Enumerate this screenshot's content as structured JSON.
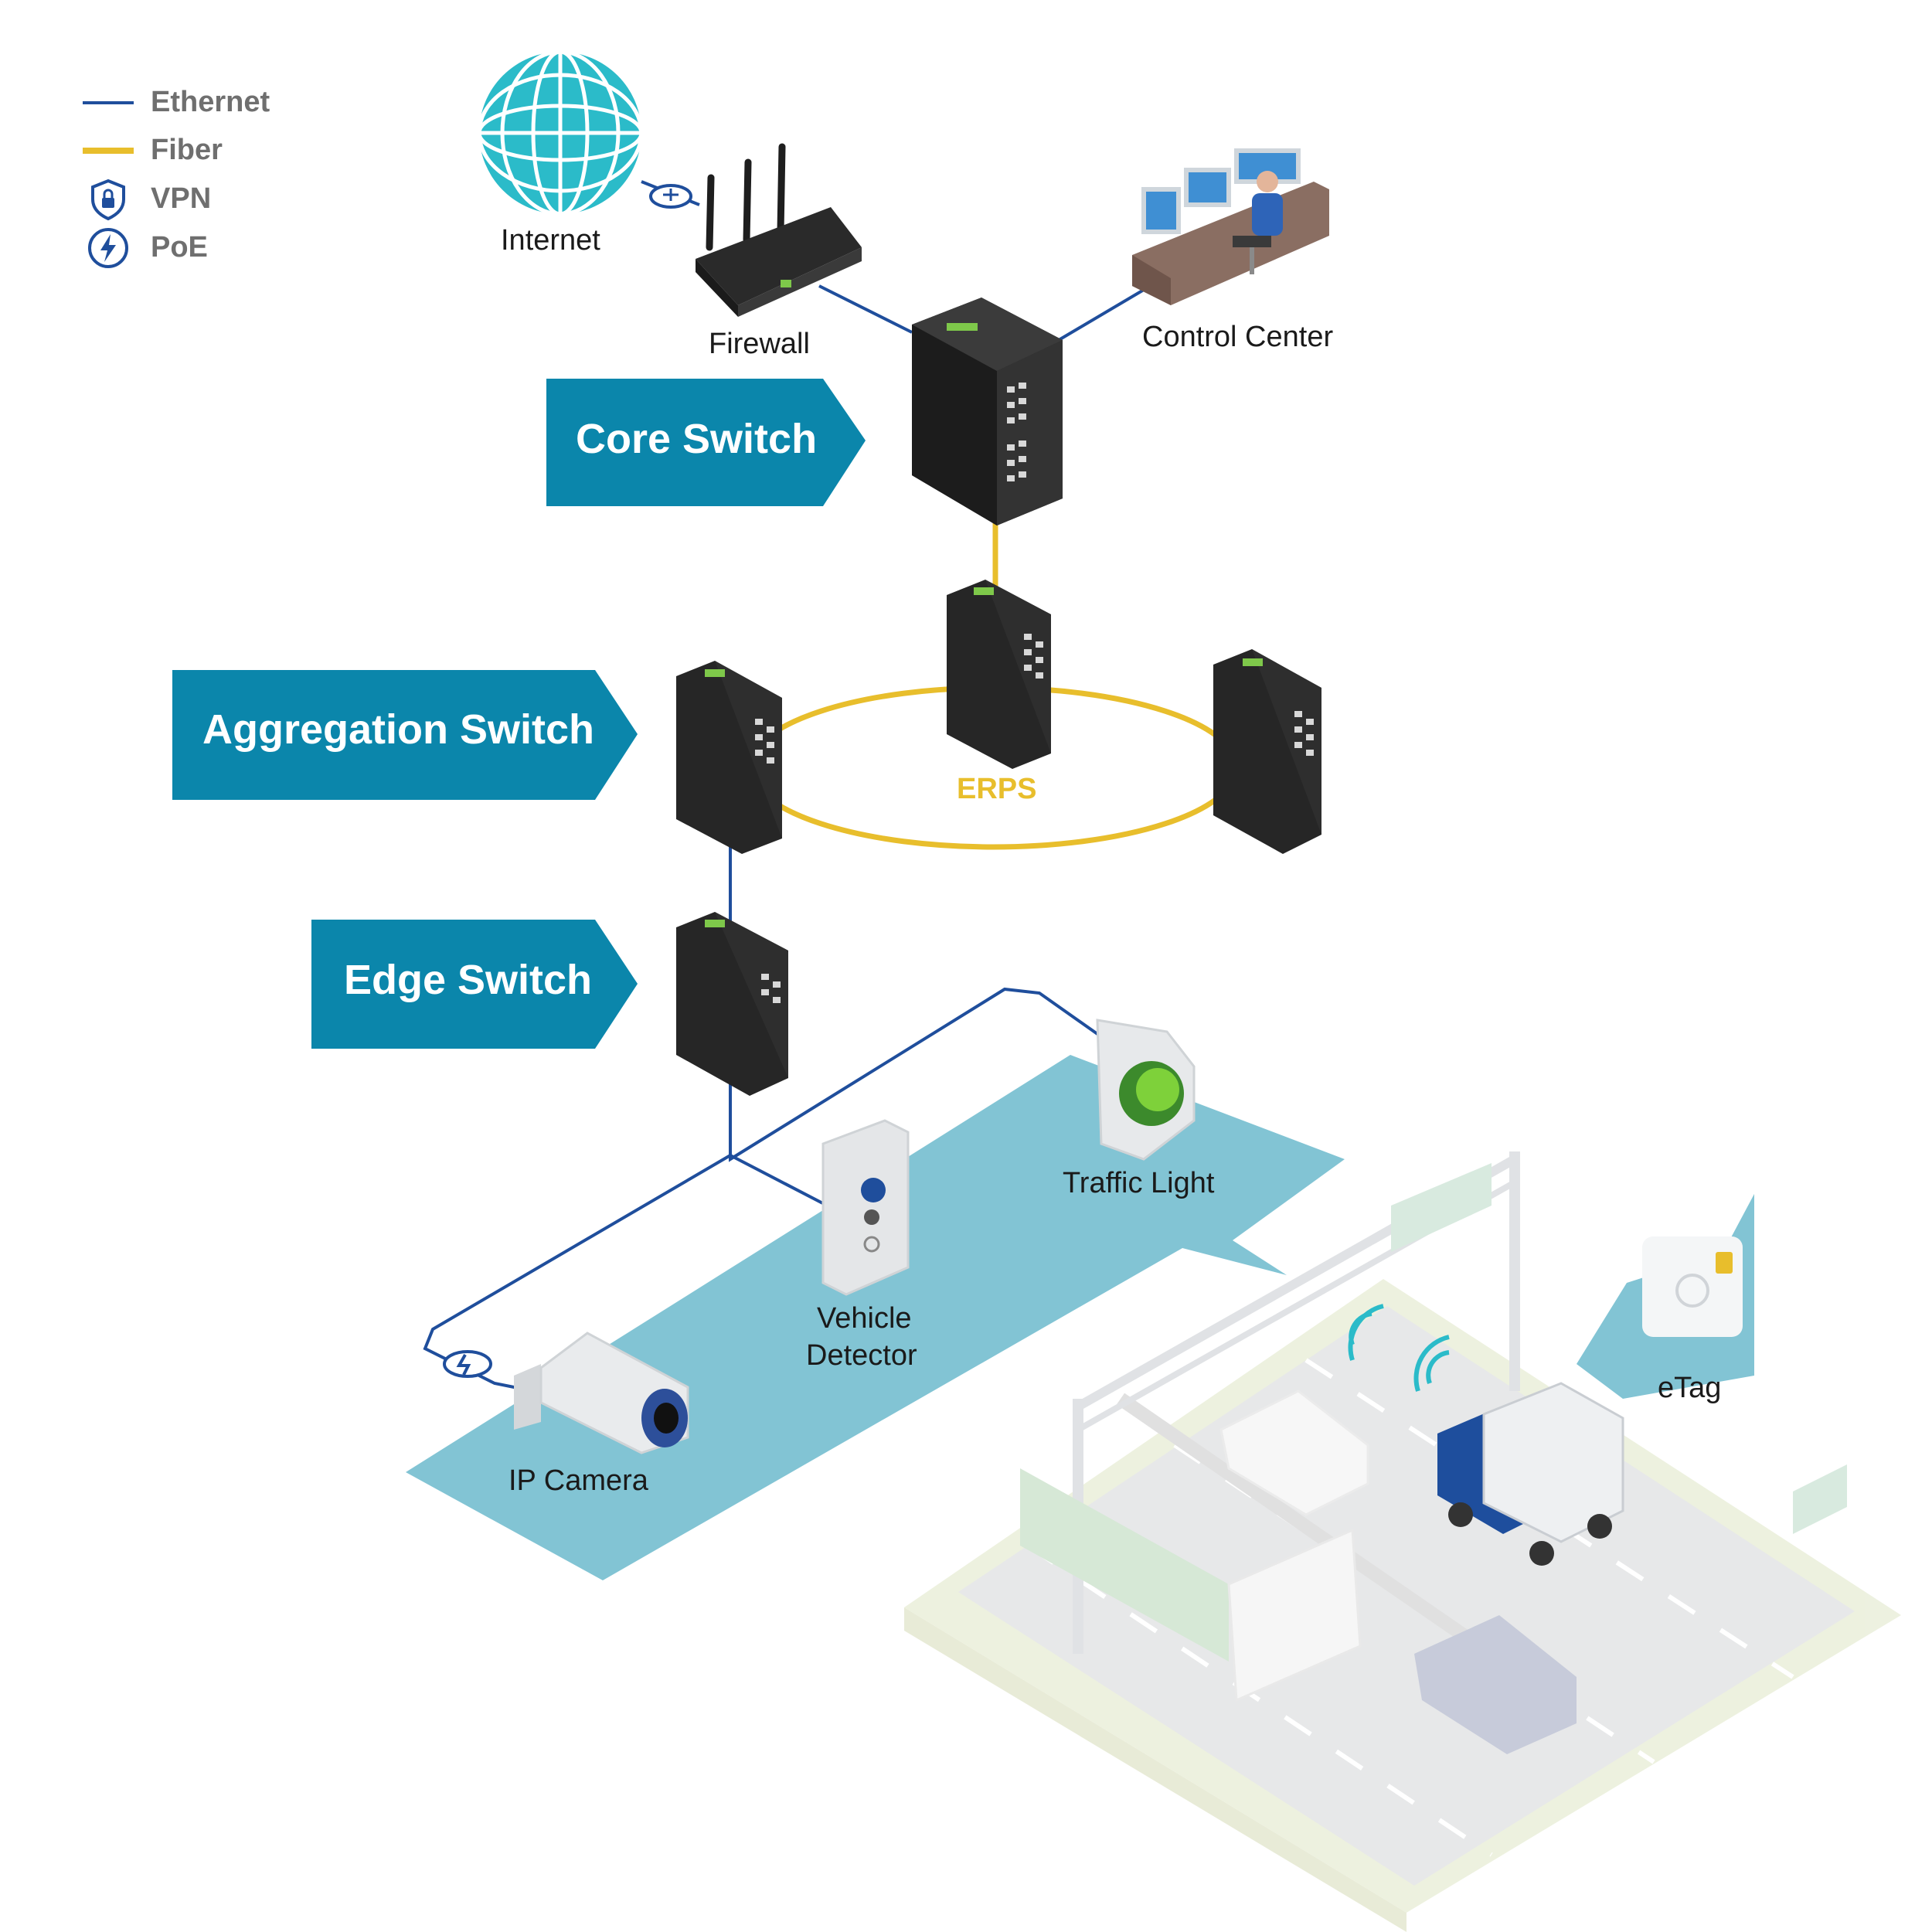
{
  "legend": {
    "ethernet": "Ethernet",
    "fiber": "Fiber",
    "vpn": "VPN",
    "poe": "PoE"
  },
  "tiers": {
    "core": "Core Switch",
    "aggregation": "Aggregation Switch",
    "edge": "Edge Switch"
  },
  "labels": {
    "internet": "Internet",
    "firewall": "Firewall",
    "control_center": "Control Center",
    "erps": "ERPS",
    "traffic_light": "Traffic Light",
    "vehicle_detector_1": "Vehicle",
    "vehicle_detector_2": "Detector",
    "ip_camera": "IP Camera",
    "etag": "eTag"
  },
  "colors": {
    "ethernet": "#1f4e9c",
    "fiber": "#e8be2c",
    "tier_banner": "#0b86ab",
    "callout": "#82c4d4",
    "switch_body": "#2b2b2b",
    "globe": "#2bbbc9"
  }
}
